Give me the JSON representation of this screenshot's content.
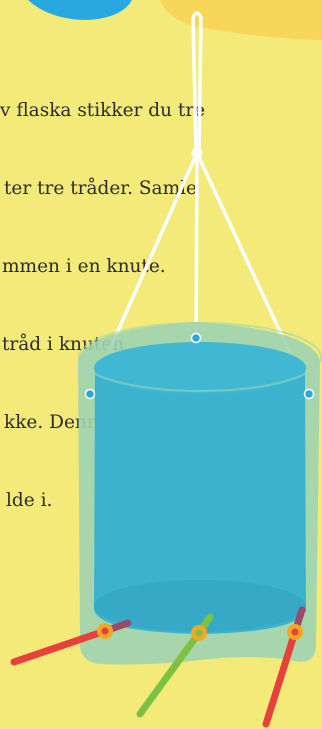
{
  "background_color": "#f3ea7a",
  "accent_colors": {
    "yellow_panel": "#f7d65a",
    "blue_badge": "#29a8e0",
    "bottle_outer": "#9fd4b2",
    "bottle_inner": "#3bb3cf",
    "string": "#ffffff",
    "straw_red": "#e8413c",
    "straw_green": "#7dc142",
    "straw_joint": "#f5a623"
  },
  "instructions": {
    "lines": [
      "v flaska stikker du tre",
      "ter tre tråder. Samle",
      "mmen i en knute.",
      "tråd i knuten",
      "kke. Denne",
      "lde i."
    ]
  },
  "illustration": {
    "objects": [
      "blue-badge-partial",
      "hanging-bottle",
      "string-hanger",
      "straws"
    ],
    "straw_count": 3
  }
}
